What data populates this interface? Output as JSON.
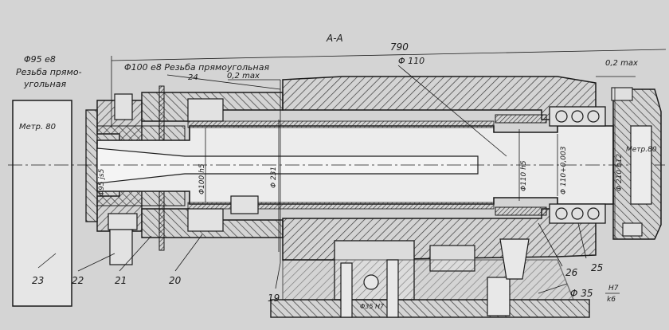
{
  "drawing": {
    "section_label": "А-А",
    "overall_length": "790",
    "left_annotations": [
      "Φ95 е8",
      "Резьба прямо-",
      "угольная"
    ],
    "top_thread": "Φ100 е8 Резьба прямоугольная",
    "dim_24": "24",
    "runout_left": "0,2 max",
    "phi_110_top": "Φ 110",
    "runout_right": "0,2 max",
    "metr_left": "Метр. 80",
    "metr_right": "Метр.80",
    "inner_dims": [
      "Φ95 js5",
      "Φ100 h5",
      "Φ 231",
      "Φ110 h5",
      "Φ 110+0,003",
      "Φ 210 b12"
    ],
    "phi35_small": "Φ35 Н7",
    "phi35_main": "Φ 35",
    "phi35_num": "Н7",
    "phi35_den": "k6",
    "callouts": [
      "23",
      "22",
      "21",
      "20",
      "19",
      "26",
      "25"
    ]
  },
  "colors": {
    "paper": "#d4d4d4",
    "ink": "#1a1a1a",
    "hatch": "#3a3a3a"
  }
}
